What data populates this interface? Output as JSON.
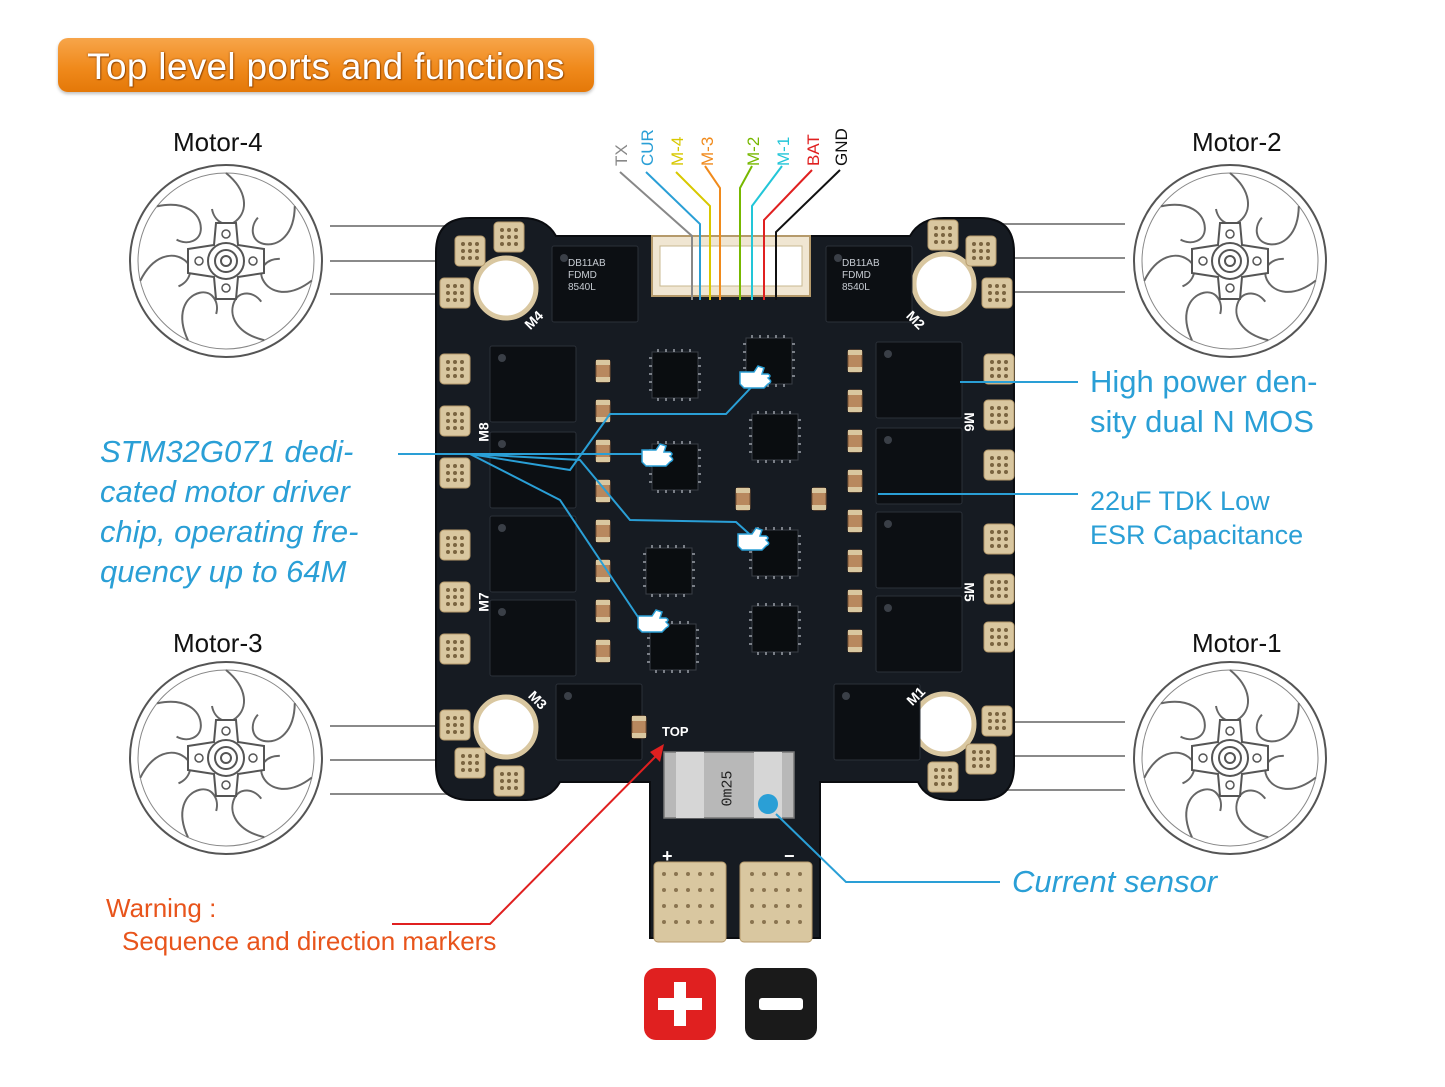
{
  "title": "Top level ports and functions",
  "motors": {
    "m4": "Motor-4",
    "m2": "Motor-2",
    "m3": "Motor-3",
    "m1": "Motor-1"
  },
  "pins": [
    {
      "label": "TX",
      "color": "#888888"
    },
    {
      "label": "CUR",
      "color": "#2a9fd6"
    },
    {
      "label": "M-4",
      "color": "#d8c800"
    },
    {
      "label": "M-3",
      "color": "#f08a1c"
    },
    {
      "label": "M-2",
      "color": "#77b800"
    },
    {
      "label": "M-1",
      "color": "#22c6d8"
    },
    {
      "label": "BAT",
      "color": "#e02020"
    },
    {
      "label": "GND",
      "color": "#111111"
    }
  ],
  "callouts": {
    "mos_line1": "High power den-",
    "mos_line2": "sity dual N MOS",
    "cap_line1": "22uF  TDK Low",
    "cap_line2": "ESR Capacitance",
    "chip_line1": "STM32G071 dedi-",
    "chip_line2": "cated motor driver",
    "chip_line3": "chip, operating fre-",
    "chip_line4": "quency up to 64M",
    "current_sensor": "Current sensor"
  },
  "warning": {
    "line1": "Warning :",
    "line2": "Sequence and direction markers"
  },
  "board": {
    "pad_labels": [
      "M4",
      "M2",
      "M8",
      "M6",
      "M7",
      "M5",
      "M3",
      "M1"
    ],
    "top_marker": "TOP",
    "shunt_marking": "0m25",
    "mos_marking": [
      "DB11AB",
      "FDMD",
      "8540L"
    ]
  },
  "polarity": {
    "plus_color": "#e02020",
    "minus_color": "#1a1a1a"
  },
  "colors": {
    "accent_blue": "#2a9fd6",
    "title_orange": "#f08a1c",
    "warning_red": "#e02020",
    "pcb": "#161b22"
  }
}
